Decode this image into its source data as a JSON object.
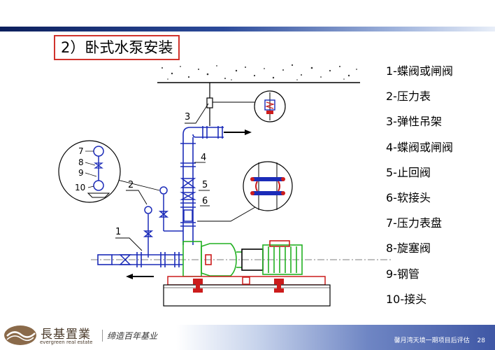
{
  "slide": {
    "title": "2）卧式水泵安装"
  },
  "diagram": {
    "callout_numbers": [
      "1",
      "2",
      "3",
      "4",
      "5",
      "6"
    ],
    "detail_numbers": [
      "7",
      "8",
      "9",
      "10"
    ]
  },
  "legend": {
    "items": [
      "1-蝶阀或闸阀",
      "2-压力表",
      "3-弹性吊架",
      "4-蝶阀或闸阀",
      "5-止回阀",
      "6-软接头",
      "7-压力表盘",
      "8-旋塞阀",
      "9-钢管",
      "10-接头"
    ]
  },
  "footer": {
    "logo_cn": "長基置業",
    "logo_en": "evergreen real estate",
    "slogan": "缔造百年基业",
    "project": "馨月湾天境一期项目后评估",
    "page": "28"
  },
  "colors": {
    "pipe": "#1b2bb8",
    "pump": "#22b022",
    "support": "#cc1c1c",
    "accent_red": "#d0332c"
  }
}
